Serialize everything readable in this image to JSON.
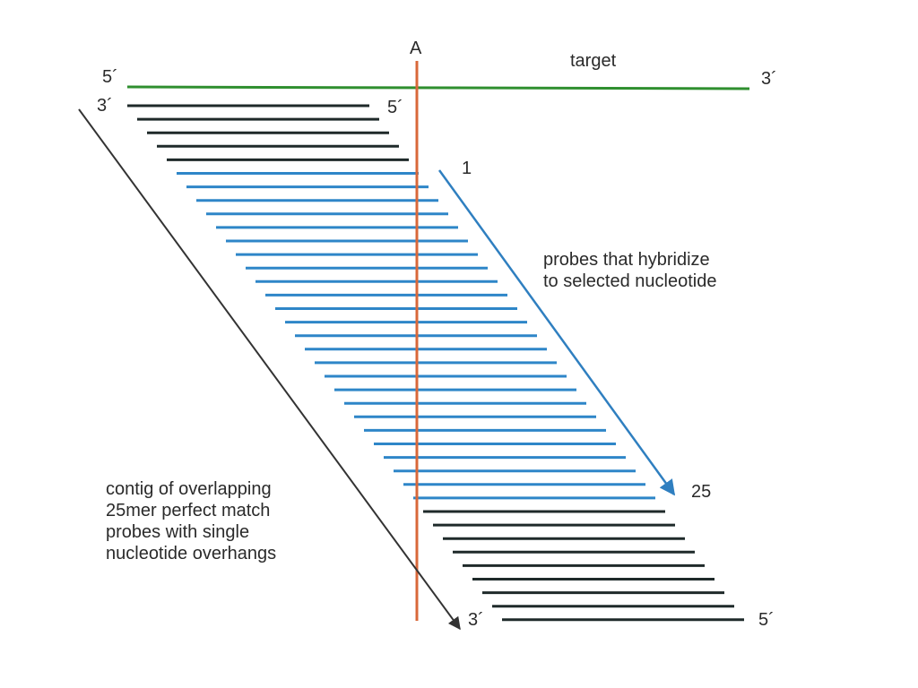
{
  "labels": {
    "position_marker": "A",
    "target": "target",
    "target_5prime": "5´",
    "target_3prime": "3´",
    "probe_3prime_top": "3´",
    "probe_5prime_top": "5´",
    "probe_3prime_bottom": "3´",
    "probe_5prime_bottom": "5´",
    "first_probe_index": "1",
    "last_probe_index": "25",
    "hybridize_caption": [
      "probes that hybridize",
      "to selected nucleotide"
    ],
    "contig_caption": [
      "contig of overlapping",
      "25mer perfect match",
      "probes with single",
      "nucleotide overhangs"
    ]
  },
  "diagram": {
    "probes_before_count": 5,
    "hybridizing_probe_count": 25,
    "probes_after_count": 9,
    "probe_length_nt": 25,
    "overhang_nt": 1
  },
  "colors": {
    "target_strand": "#2f8f2f",
    "marker_line": "#d9683a",
    "probe_dark": "#1f2a2a",
    "probe_hybridizing": "#2e86c8",
    "hybridizing_arrow": "#2f7fc0",
    "contig_arrow": "#333333",
    "text": "#2a2a2a"
  }
}
